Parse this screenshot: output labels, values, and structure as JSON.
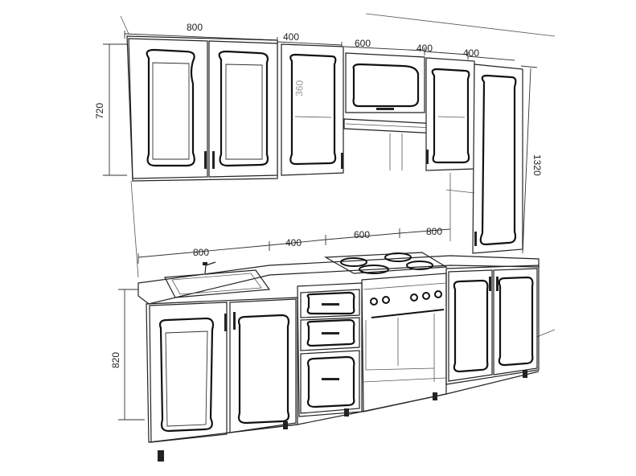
{
  "dimensions": {
    "top_widths": [
      "800",
      "400",
      "600",
      "400",
      "400"
    ],
    "bottom_widths": [
      "800",
      "400",
      "600",
      "800"
    ],
    "upper_height": "720",
    "lower_height": "820",
    "tall_height": "1320",
    "inner_label": "360"
  },
  "colors": {
    "line": "#222222",
    "background": "#ffffff"
  }
}
